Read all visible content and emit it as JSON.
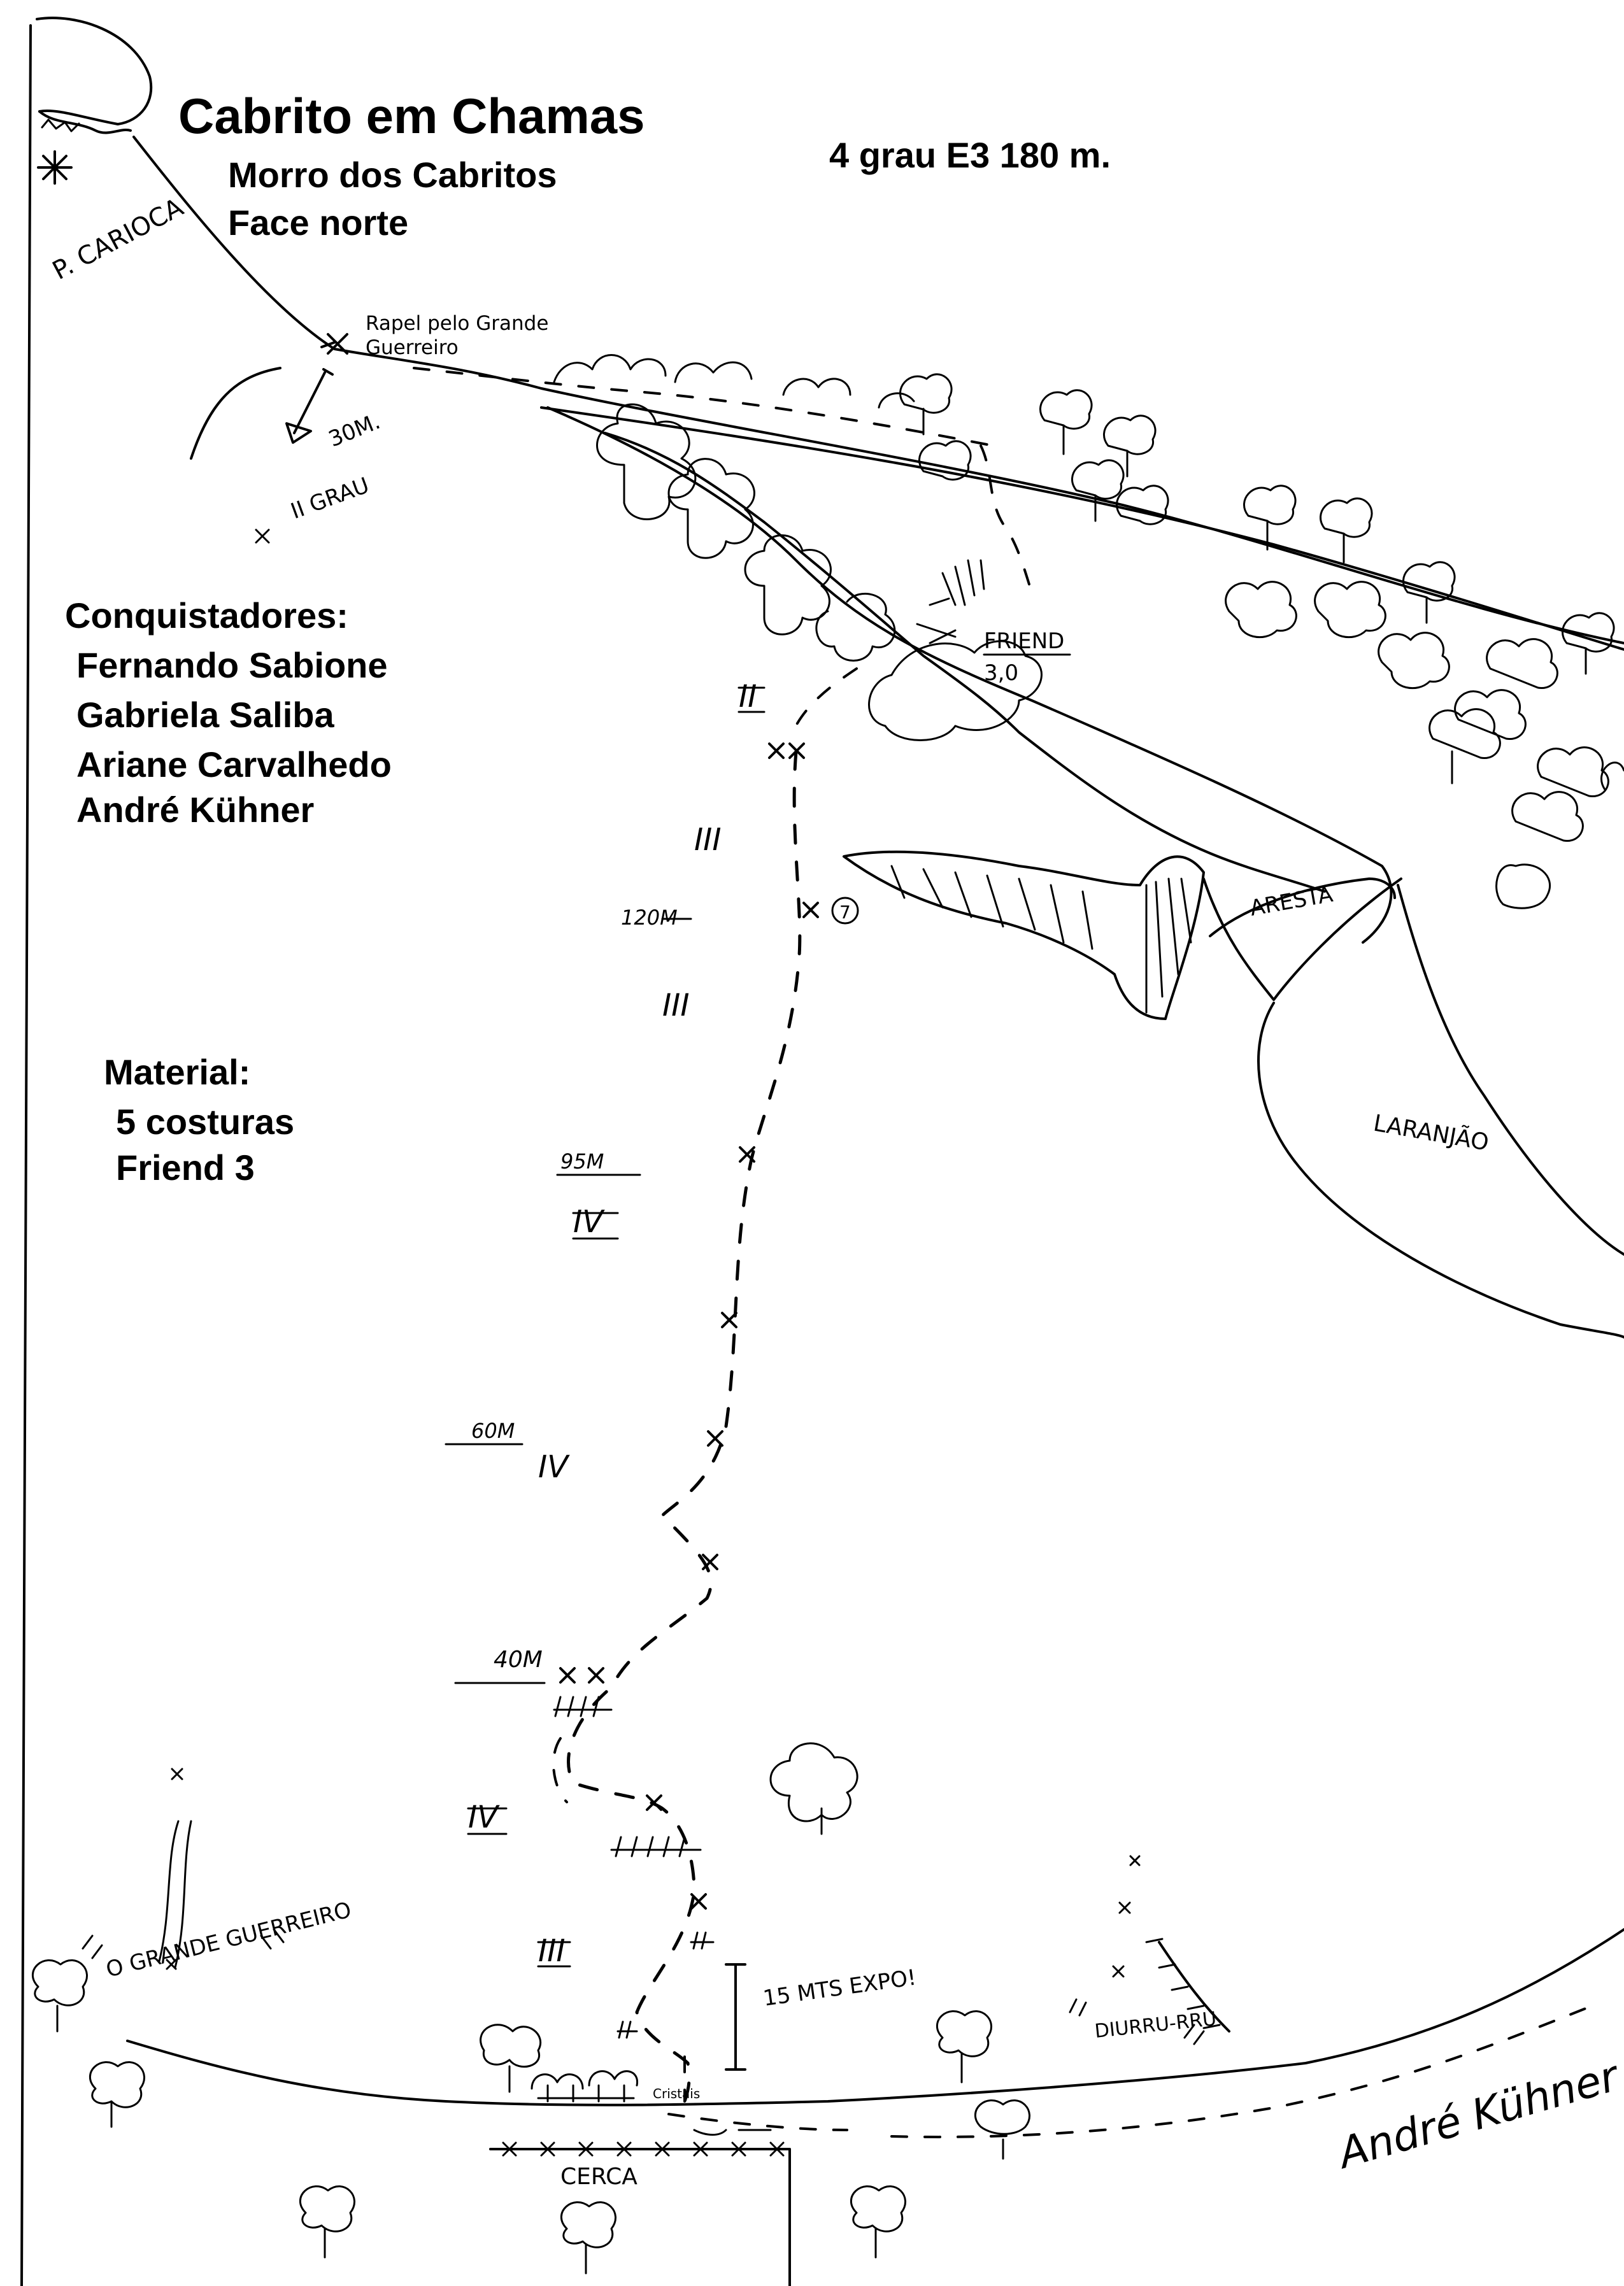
{
  "header": {
    "title": "Cabrito em Chamas",
    "subtitle_1": "Morro dos Cabritos",
    "subtitle_2": "Face norte",
    "grade": "4 grau E3 180 m."
  },
  "conquistadores": {
    "heading": "Conquistadores:",
    "names": [
      "Fernando Sabione",
      "Gabriela Saliba",
      "Ariane Carvalhedo",
      "André Kühner"
    ]
  },
  "material": {
    "heading": "Material:",
    "items": [
      "5 costuras",
      "Friend 3"
    ]
  },
  "topo": {
    "peak_label": "P. CARIOCA",
    "rappel_note_1": "Rapel pelo Grande",
    "rappel_note_2": "Guerreiro",
    "rappel_length": "30M.",
    "descent_grade": "II GRAU",
    "friend_note_1": "FRIEND",
    "friend_note_2": "3,0",
    "landmark_aresta": "ARESTA",
    "landmark_laranja": "LARANJÃO",
    "route_name_left": "O GRANDE GUERREIRO",
    "route_name_right": "DIURRU-RRU",
    "runout_note": "15 MTS EXPO!",
    "start_label": "Cristais",
    "fence_label": "CERCA",
    "signature": "André Kühner",
    "piton_mark": "7"
  },
  "pitch_grades": [
    "II",
    "III",
    "III",
    "IV",
    "IV",
    "IV",
    "III"
  ],
  "distance_marks": [
    "120M",
    "95M",
    "60M",
    "40M"
  ]
}
